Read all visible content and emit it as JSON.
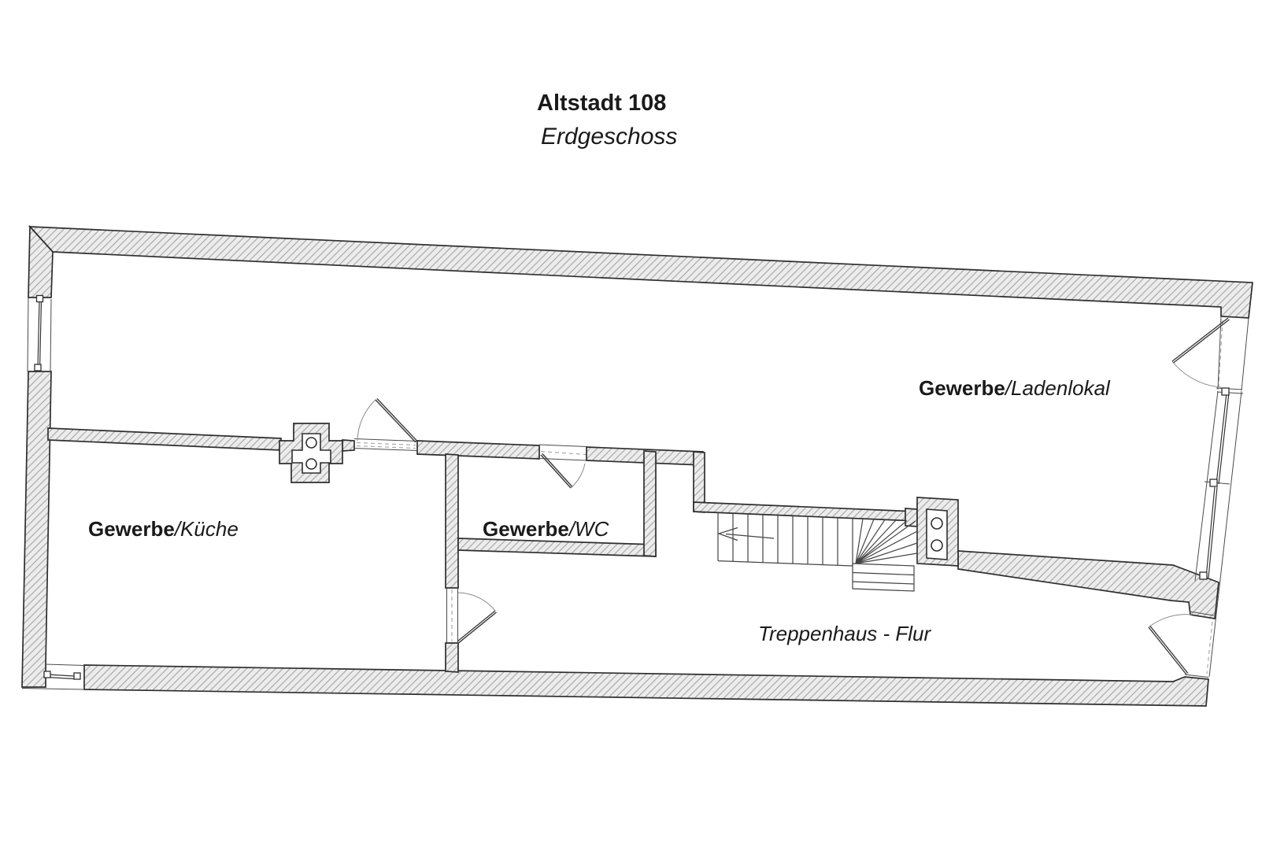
{
  "header": {
    "title": "Altstadt 108",
    "subtitle": "Erdgeschoss"
  },
  "rooms": {
    "ladenlokal": {
      "bold": "Gewerbe",
      "italic": "/Ladenlokal"
    },
    "kueche": {
      "bold": "Gewerbe",
      "italic": "/Küche"
    },
    "wc": {
      "bold": "Gewerbe",
      "italic": "/WC"
    },
    "flur": {
      "italic": "Treppenhaus - Flur"
    }
  },
  "theme": {
    "background": "#ffffff",
    "wall_hatch_bg": "#ececec",
    "wall_hatch_line": "#949494",
    "wall_outline": "#2e2e2e",
    "thin_line": "#4a4a4a",
    "text_color": "#1a1a1a"
  }
}
